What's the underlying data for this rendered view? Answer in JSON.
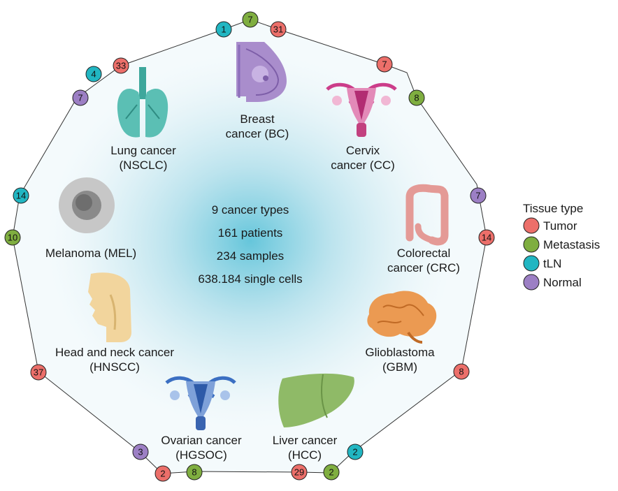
{
  "center_stats": [
    "9 cancer types",
    "161 patients",
    "234 samples",
    "638.184 single cells"
  ],
  "cancers": [
    {
      "key": "bc",
      "lines": [
        "Breast",
        "cancer (BC)"
      ]
    },
    {
      "key": "cc",
      "lines": [
        "Cervix",
        "cancer (CC)"
      ]
    },
    {
      "key": "crc",
      "lines": [
        "Colorectal",
        "cancer (CRC)"
      ]
    },
    {
      "key": "gbm",
      "lines": [
        "Glioblastoma",
        "(GBM)"
      ]
    },
    {
      "key": "hcc",
      "lines": [
        "Liver cancer",
        "(HCC)"
      ]
    },
    {
      "key": "hgsoc",
      "lines": [
        "Ovarian cancer",
        "(HGSOC)"
      ]
    },
    {
      "key": "hnscc",
      "lines": [
        "Head and neck cancer",
        "(HNSCC)"
      ]
    },
    {
      "key": "mel",
      "lines": [
        "Melanoma (MEL)"
      ]
    },
    {
      "key": "nsclc",
      "lines": [
        "Lung cancer",
        "(NSCLC)"
      ]
    }
  ],
  "legend": {
    "title": "Tissue type",
    "items": [
      {
        "type": "tumor",
        "label": "Tumor",
        "color": "#ec6f6a"
      },
      {
        "type": "metastasis",
        "label": "Metastasis",
        "color": "#7fae40"
      },
      {
        "type": "tln",
        "label": "tLN",
        "color": "#21b6c2"
      },
      {
        "type": "normal",
        "label": "Normal",
        "color": "#9c7fc4"
      }
    ]
  },
  "badges": [
    {
      "value": "1",
      "type": "tln"
    },
    {
      "value": "7",
      "type": "metastasis"
    },
    {
      "value": "31",
      "type": "tumor"
    },
    {
      "value": "7",
      "type": "tumor"
    },
    {
      "value": "8",
      "type": "metastasis"
    },
    {
      "value": "7",
      "type": "normal"
    },
    {
      "value": "14",
      "type": "tumor"
    },
    {
      "value": "8",
      "type": "tumor"
    },
    {
      "value": "2",
      "type": "tln"
    },
    {
      "value": "2",
      "type": "metastasis"
    },
    {
      "value": "29",
      "type": "tumor"
    },
    {
      "value": "8",
      "type": "metastasis"
    },
    {
      "value": "2",
      "type": "tumor"
    },
    {
      "value": "3",
      "type": "normal"
    },
    {
      "value": "37",
      "type": "tumor"
    },
    {
      "value": "10",
      "type": "metastasis"
    },
    {
      "value": "14",
      "type": "tln"
    },
    {
      "value": "7",
      "type": "normal"
    },
    {
      "value": "4",
      "type": "tln"
    },
    {
      "value": "33",
      "type": "tumor"
    }
  ]
}
